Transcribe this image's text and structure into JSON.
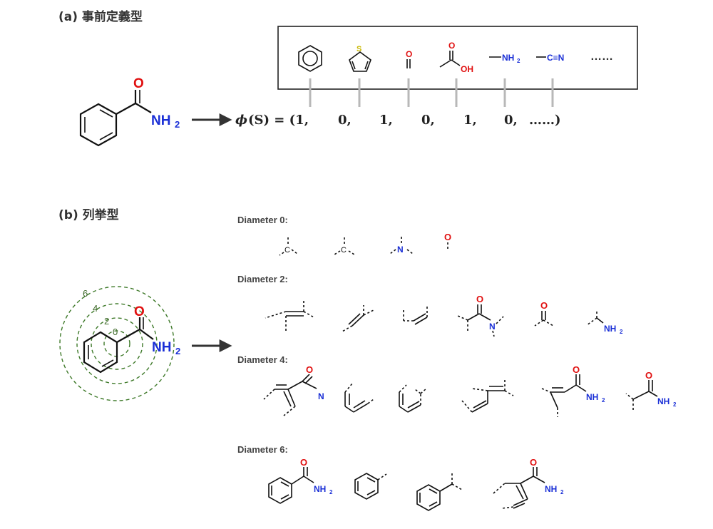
{
  "section_a": {
    "label": "(a) 事前定義型"
  },
  "section_b": {
    "label": "(b) 列挙型"
  },
  "molecule": {
    "oxygen": "O",
    "amine": "NH",
    "amine_sub": "2"
  },
  "fingerprint": {
    "phi": "ϕ",
    "open": "(S) = (1,",
    "values": [
      "0,",
      "1,",
      "0,",
      "1,",
      "0,",
      "……)"
    ],
    "fragment_labels": {
      "thiophene_s": "S",
      "carbonyl_o": "O",
      "acid_o": "O",
      "acid_oh": "OH",
      "amine": "NH",
      "amine_sub": "2",
      "nitrile": "C≡N",
      "more": "……"
    }
  },
  "radii": [
    "0",
    "2",
    "4",
    "6"
  ],
  "diameters": {
    "d0": "Diameter 0:",
    "d2": "Diameter 2:",
    "d4": "Diameter 4:",
    "d6": "Diameter 6:"
  },
  "atoms": {
    "C": "C",
    "N": "N",
    "O": "O",
    "NH": "NH",
    "sub2": "2"
  },
  "colors": {
    "oxygen": "#e01010",
    "nitrogen": "#1a2fd6",
    "sulfur": "#c9b800",
    "ring": "#3f7a2a"
  }
}
